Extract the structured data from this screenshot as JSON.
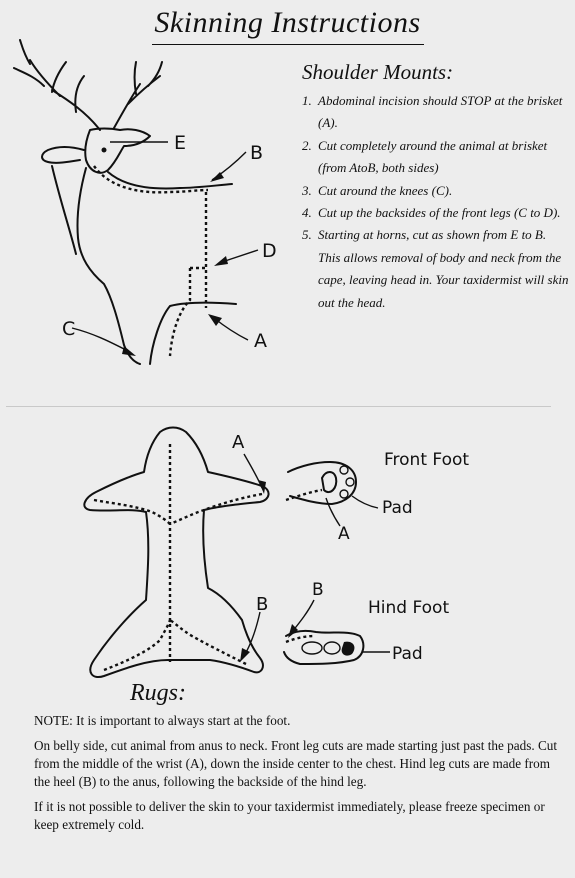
{
  "title": "Skinning Instructions",
  "shoulder_mounts": {
    "heading": "Shoulder Mounts:",
    "steps": [
      {
        "num": "1.",
        "text": "Abdominal incision should STOP at the brisket (A)."
      },
      {
        "num": "2.",
        "text": "Cut completely around the animal at brisket (from AtoB, both sides)"
      },
      {
        "num": "3.",
        "text": "Cut around the knees (C)."
      },
      {
        "num": "4.",
        "text": "Cut up the backsides of the front legs (C to D)."
      },
      {
        "num": "5.",
        "text": "Starting at horns, cut as shown from E to B. This allows removal of body and neck from the cape, leaving head in. Your taxidermist will skin out the head."
      }
    ],
    "diagram_labels": {
      "e": "E",
      "b": "B",
      "d": "D",
      "c": "C",
      "a": "A"
    }
  },
  "rugs": {
    "heading": "Rugs:",
    "diagram_labels": {
      "front_a": "A",
      "back_b": "B",
      "front_foot": "Front Foot",
      "front_pad": "Pad",
      "front_foot_a": "A",
      "hind_foot": "Hind Foot",
      "hind_pad": "Pad",
      "hind_foot_b": "B"
    },
    "notes": [
      "NOTE: It is important to always start at the foot.",
      "On belly side, cut animal from anus to neck. Front leg cuts are made starting just past the pads. Cut from the middle of the wrist (A), down the inside center to the chest. Hind leg cuts are made from the heel (B) to the anus, following the backside of the hind leg.",
      "If it is not possible to deliver the skin to your taxidermist immediately, please freeze specimen or keep extremely cold."
    ]
  }
}
